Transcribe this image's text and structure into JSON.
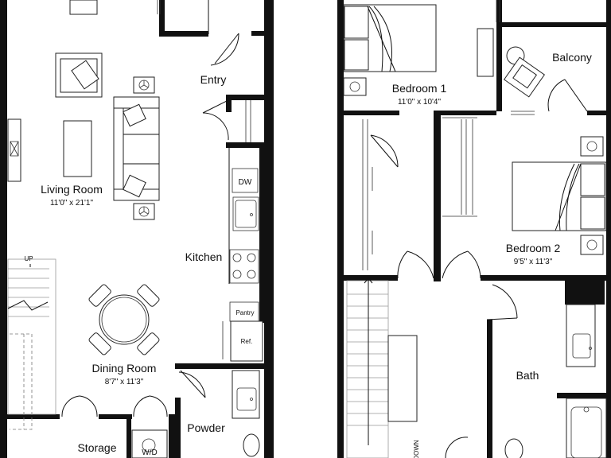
{
  "rooms": {
    "living_room": {
      "name": "Living Room",
      "dims": "11'0\" x 21'1\""
    },
    "entry": {
      "name": "Entry"
    },
    "kitchen": {
      "name": "Kitchen"
    },
    "dining_room": {
      "name": "Dining Room",
      "dims": "8'7\" x 11'3\""
    },
    "powder": {
      "name": "Powder"
    },
    "storage": {
      "name": "Storage"
    },
    "bedroom_1": {
      "name": "Bedroom 1",
      "dims": "11'0\" x 10'4\""
    },
    "balcony": {
      "name": "Balcony"
    },
    "bedroom_2": {
      "name": "Bedroom 2",
      "dims": "9'5\" x 11'3\""
    },
    "bath": {
      "name": "Bath"
    }
  },
  "fixtures": {
    "dishwasher": "DW",
    "pantry": "Pantry",
    "refrigerator": "Ref.",
    "washer_dryer": "W/D"
  },
  "stairs": {
    "up": "UP",
    "down": "DOWN"
  }
}
